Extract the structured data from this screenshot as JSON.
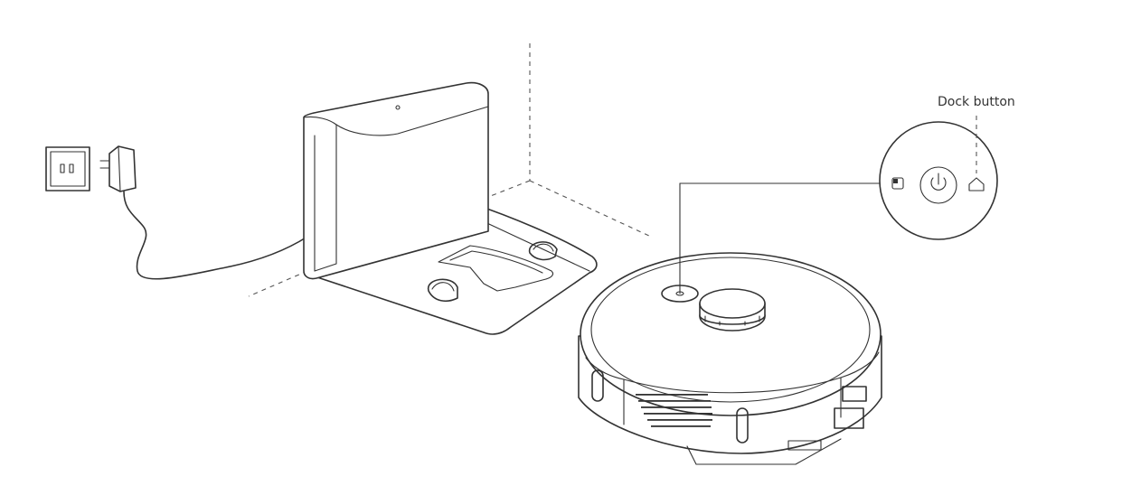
{
  "callout": {
    "dock_button_label": "Dock button"
  },
  "icons": [
    "wall-outlet-icon",
    "power-adapter-icon",
    "charging-dock",
    "robot-vacuum",
    "spot-clean-icon",
    "power-icon",
    "home-icon"
  ],
  "colors": {
    "line": "#333333",
    "background": "#ffffff"
  }
}
